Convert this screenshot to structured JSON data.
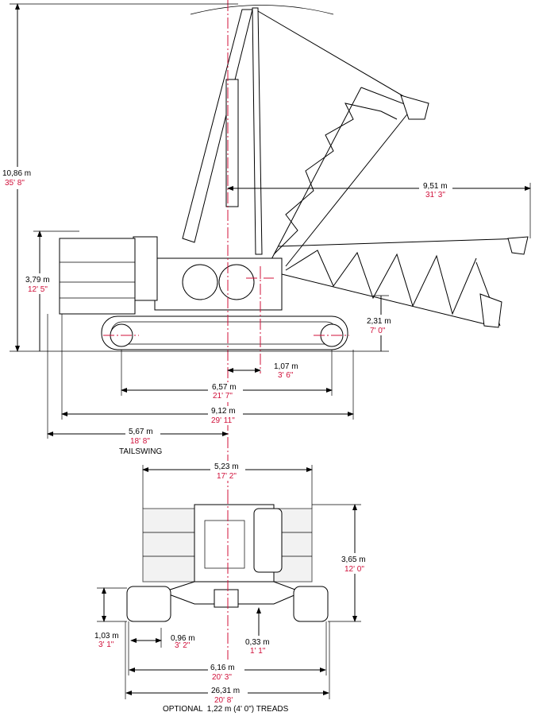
{
  "colors": {
    "imperial": "#d0103a",
    "metric": "#000000",
    "centerline": "#d0103a"
  },
  "side_view": {
    "height_total": {
      "metric": "10,86 m",
      "imperial": "35' 8\""
    },
    "boom_reach": {
      "metric": "9,51 m",
      "imperial": "31' 3\""
    },
    "counterweight_height": {
      "metric": "3,79 m",
      "imperial": "12' 5\""
    },
    "boom_foot_height": {
      "metric": "2,31 m",
      "imperial": "7' 0\""
    },
    "rotation_offset": {
      "metric": "1,07 m",
      "imperial": "3' 6\""
    },
    "track_length": {
      "metric": "6,57 m",
      "imperial": "21' 7\""
    },
    "overall_length": {
      "metric": "9,12 m",
      "imperial": "29' 11\""
    },
    "tailswing": {
      "metric": "5,67 m",
      "imperial": "18' 8\"",
      "label": "TAILSWING"
    }
  },
  "front_view": {
    "upper_width": {
      "metric": "5,23 m",
      "imperial": "17' 2\""
    },
    "upper_height": {
      "metric": "3,65 m",
      "imperial": "12' 0\""
    },
    "track_height": {
      "metric": "1,03 m",
      "imperial": "3' 1\""
    },
    "tread_width": {
      "metric": "0,96 m",
      "imperial": "3' 2\""
    },
    "ground_clearance": {
      "metric": "0,33 m",
      "imperial": "1' 1\""
    },
    "track_gauge": {
      "metric": "6,16 m",
      "imperial": "20' 3\""
    },
    "overall_width": {
      "metric": "26,31 m",
      "imperial": "20' 8'"
    },
    "note": "OPTIONAL  1,22 m (4' 0\") TREADS"
  }
}
